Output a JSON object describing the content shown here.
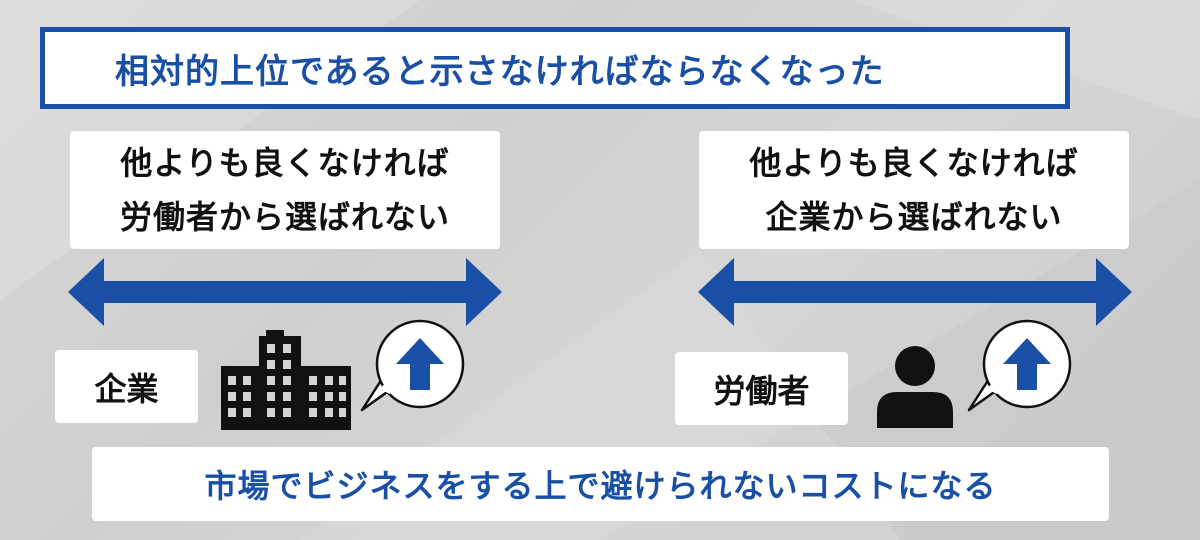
{
  "title": "相対的上位であると示さなければならなくなった",
  "left_card": {
    "line1": "他よりも良くなければ",
    "line2": "労働者から選ばれない"
  },
  "right_card": {
    "line1": "他よりも良くなければ",
    "line2": "企業から選ばれない"
  },
  "label_company": "企業",
  "label_worker": "労働者",
  "bottom_text": "市場でビジネスをする上で避けられないコストになる",
  "icons": [
    "double-arrow-icon",
    "building-icon",
    "person-icon",
    "speech-bubble-up-arrow-icon"
  ],
  "colors": {
    "accent": "#1a4fa6",
    "background": "#d4d4d4",
    "box": "#ffffff",
    "icon": "#111111"
  }
}
